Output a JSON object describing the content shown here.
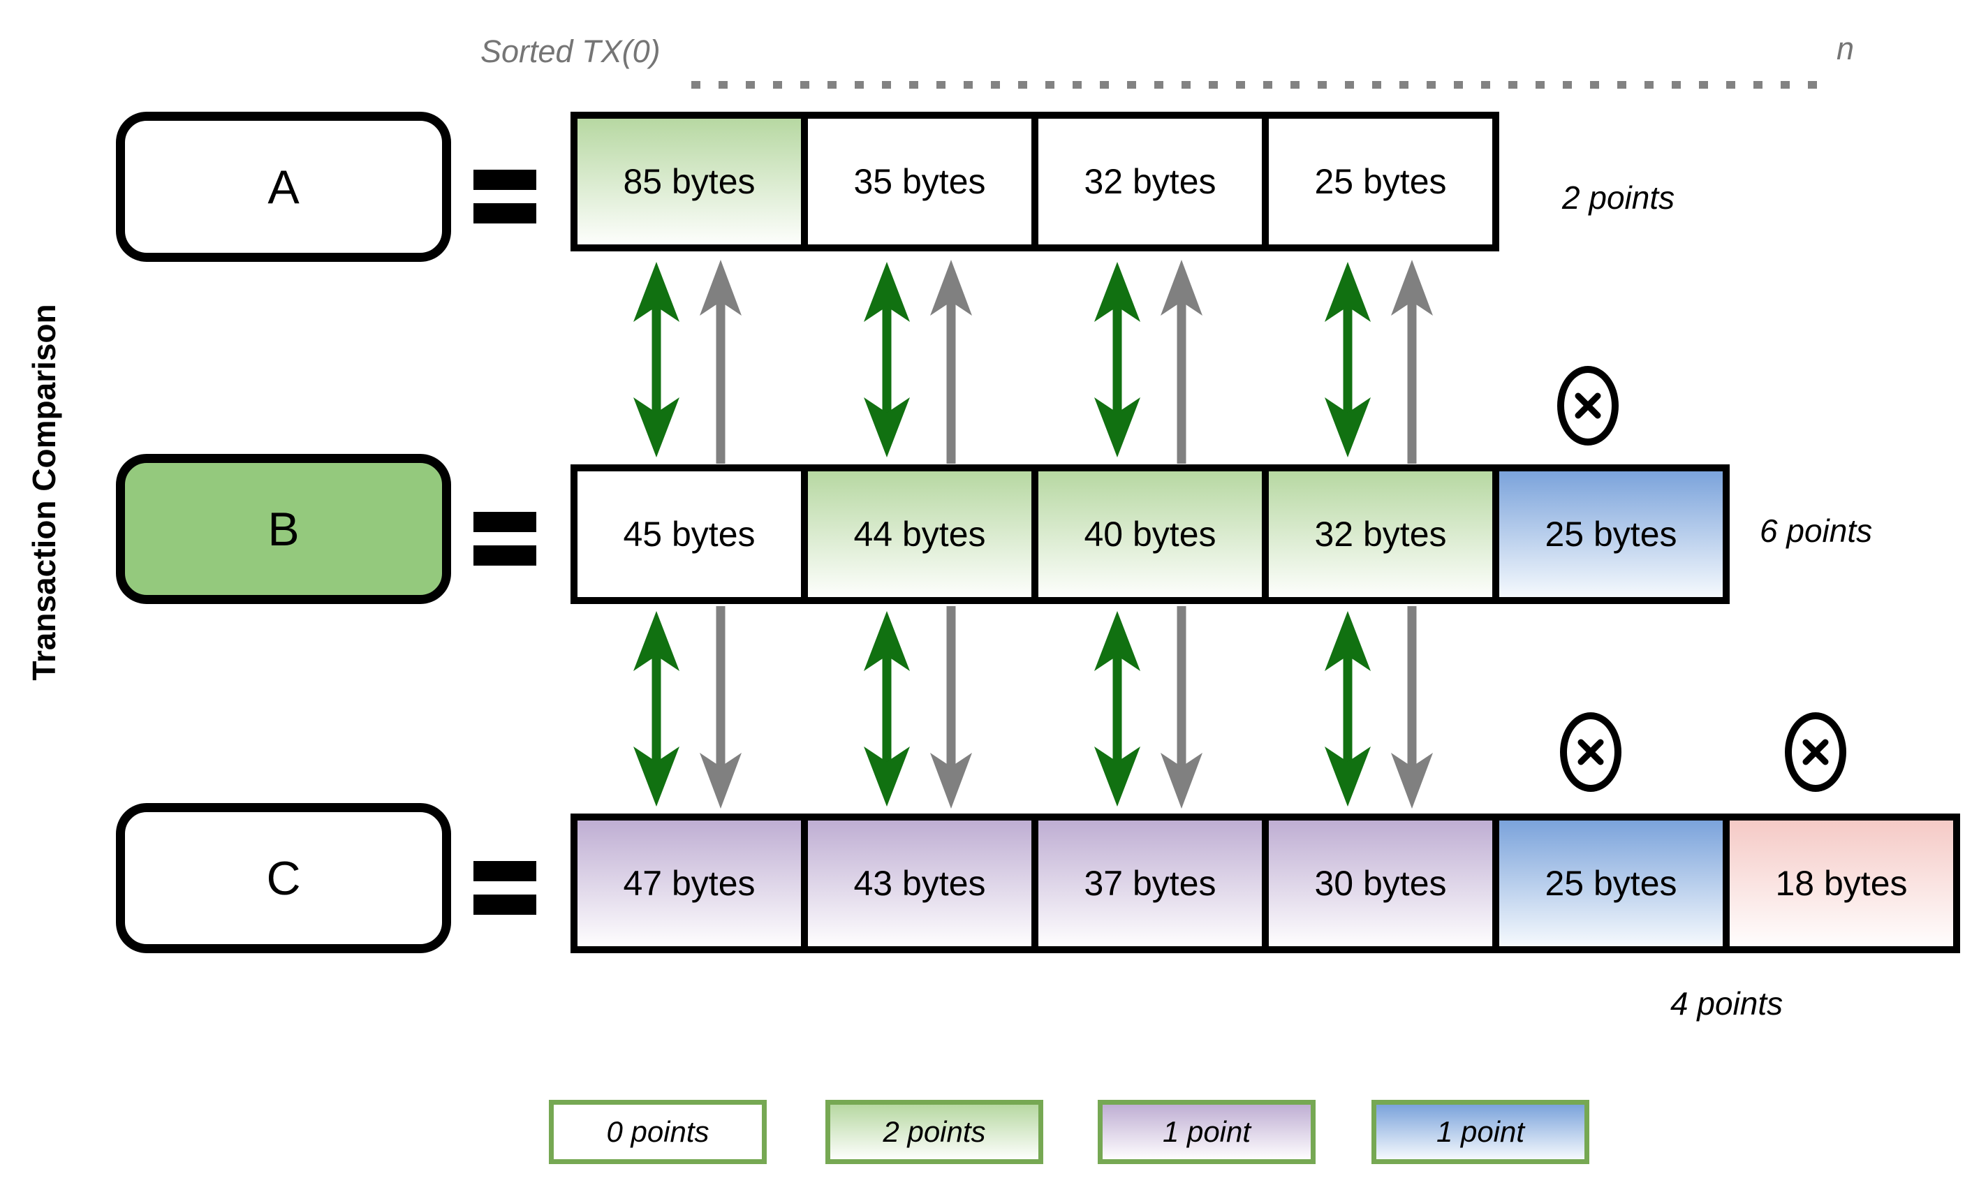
{
  "diagram_title": "Transaction Comparison",
  "axis": {
    "start_label": "Sorted TX(0)",
    "end_label": "n"
  },
  "rows": [
    {
      "id": "A",
      "points_label": "2 points",
      "label_fill": "white",
      "blocks": [
        {
          "text": "85 bytes",
          "color": "green"
        },
        {
          "text": "35 bytes",
          "color": "white"
        },
        {
          "text": "32 bytes",
          "color": "white"
        },
        {
          "text": "25 bytes",
          "color": "white"
        }
      ]
    },
    {
      "id": "B",
      "points_label": "6 points",
      "label_fill": "green",
      "blocks": [
        {
          "text": "45 bytes",
          "color": "white"
        },
        {
          "text": "44 bytes",
          "color": "green"
        },
        {
          "text": "40 bytes",
          "color": "green"
        },
        {
          "text": "32 bytes",
          "color": "green"
        },
        {
          "text": "25 bytes",
          "color": "blue",
          "excluded": true
        }
      ]
    },
    {
      "id": "C",
      "points_label": "4 points",
      "label_fill": "white",
      "blocks": [
        {
          "text": "47 bytes",
          "color": "purple"
        },
        {
          "text": "43 bytes",
          "color": "purple"
        },
        {
          "text": "37 bytes",
          "color": "purple"
        },
        {
          "text": "30 bytes",
          "color": "purple"
        },
        {
          "text": "25 bytes",
          "color": "blue",
          "excluded": true
        },
        {
          "text": "18 bytes",
          "color": "red",
          "excluded": true
        }
      ]
    }
  ],
  "arrows": {
    "between_A_B": {
      "green_double_arrows": 4,
      "gray_arrow_direction": "up"
    },
    "between_B_C": {
      "green_double_arrows": 4,
      "gray_arrow_direction": "down"
    }
  },
  "legend": [
    {
      "label": "0 points",
      "color": "white"
    },
    {
      "label": "2 points",
      "color": "green"
    },
    {
      "label": "1 point",
      "color": "purple"
    },
    {
      "label": "1 point",
      "color": "blue"
    }
  ],
  "icons": {
    "exclusion": "circled-x"
  },
  "colors": {
    "solid_green": "#94c97d",
    "green_gradient_top": "#b7d8a2",
    "purple_gradient_top": "#bfaed3",
    "blue_gradient_top": "#7ba3db",
    "red_gradient_top": "#f5cac6",
    "arrow_green": "#117111",
    "arrow_gray": "#808080",
    "legend_border": "#76a853",
    "axis_text": "#757575"
  }
}
